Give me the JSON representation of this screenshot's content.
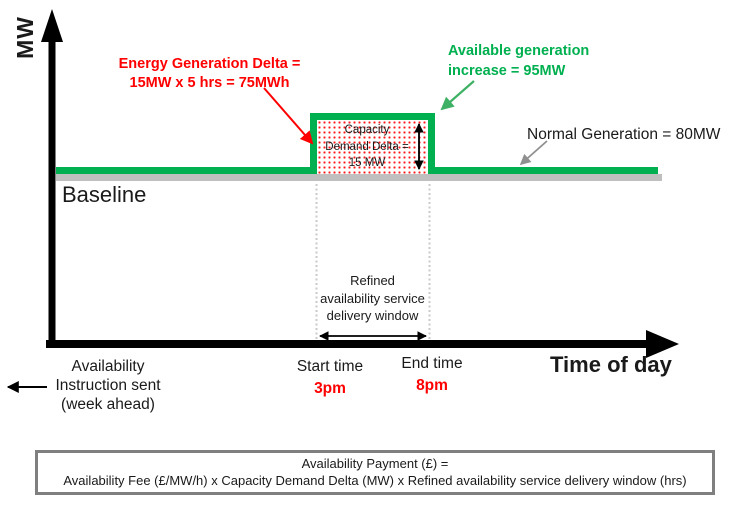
{
  "colors": {
    "generation_line": "#00B050",
    "baseline_line": "#BFBFBF",
    "annotation_red": "#FF0000",
    "annotation_green": "#00B050",
    "gray_arrow": "#909090",
    "formula_border": "#7f7f7f",
    "axis_black": "#000000"
  },
  "axes": {
    "y_label": "MW",
    "x_label": "Time of day"
  },
  "baseline_label": "Baseline",
  "annotations": {
    "energy_delta": {
      "line1": "Energy Generation Delta =",
      "line2": "15MW x 5 hrs = 75MWh"
    },
    "available_increase": {
      "line1": "Available generation",
      "line2": "increase = 95MW"
    },
    "normal_generation": "Normal Generation = 80MW",
    "capacity_delta": {
      "line1": "Capacity",
      "line2": "Demand Delta =",
      "line3": "15 MW"
    },
    "window": {
      "line1": "Refined",
      "line2": "availability service",
      "line3": "delivery window"
    }
  },
  "timeline": {
    "start": {
      "label": "Start time",
      "time": "3pm"
    },
    "end": {
      "label": "End time",
      "time": "8pm"
    },
    "instruction": {
      "line1": "Availability",
      "line2": "Instruction sent",
      "line3": "(week ahead)"
    }
  },
  "formula": {
    "line1": "Availability Payment (£) =",
    "line2": "Availability Fee (£/MW/h) x Capacity Demand Delta (MW) x Refined availability service delivery window (hrs)"
  }
}
